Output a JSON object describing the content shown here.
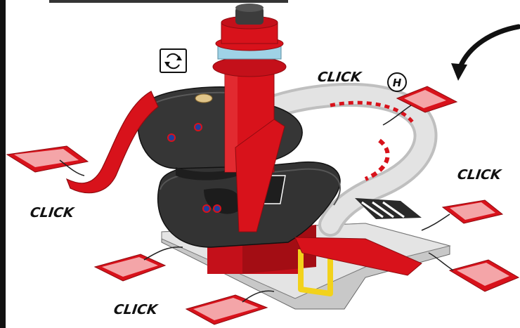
{
  "labels": {
    "click_1": "CLICK",
    "click_2": "CLICK",
    "click_3": "CLICK",
    "click_4": "CLICK"
  },
  "badge": {
    "helipad_letter": "H"
  },
  "colors": {
    "red": "#d8121b",
    "dark_red": "#9c0d12",
    "dark_gray": "#3a3a3a",
    "charcoal": "#262626",
    "light_gray": "#d9d9d9",
    "yellow": "#f2d21b",
    "blue_window": "#9fd2e6"
  },
  "icons": {
    "rotate": "rotate-arrows-icon",
    "arrow": "curved-arrow-icon",
    "helipad": "helipad-h-icon"
  }
}
